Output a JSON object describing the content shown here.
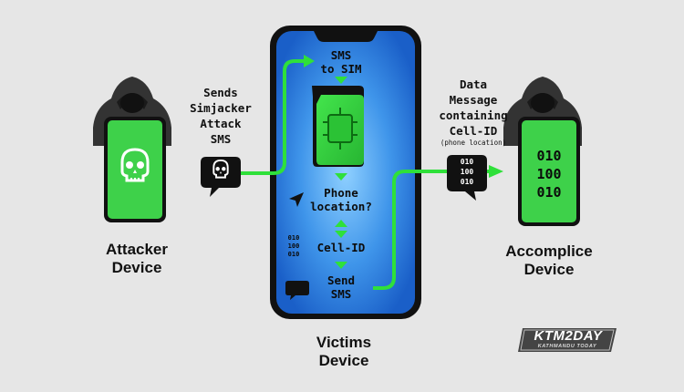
{
  "attacker": {
    "label_line1": "Attacker",
    "label_line2": "Device"
  },
  "accomplice": {
    "label_line1": "Accomplice",
    "label_line2": "Device",
    "binary": [
      "010",
      "100",
      "010"
    ]
  },
  "victim": {
    "label_line1": "Victims",
    "label_line2": "Device"
  },
  "left_caption": [
    "Sends",
    "Simjacker",
    "Attack",
    "SMS"
  ],
  "right_caption": [
    "Data",
    "Message",
    "containing",
    "Cell-ID"
  ],
  "right_caption_note": "(phone location)",
  "right_bubble_binary": [
    "010",
    "100",
    "010"
  ],
  "phone_screen": {
    "sms_to_sim": [
      "SMS",
      "to SIM"
    ],
    "phone_location": [
      "Phone",
      "location?"
    ],
    "cell_id": "Cell-ID",
    "cell_binary": [
      "010",
      "100",
      "010"
    ],
    "send_sms": [
      "Send",
      "SMS"
    ]
  },
  "logo": {
    "main": "KTM2DAY",
    "sub": "KATHMANDU TODAY"
  },
  "colors": {
    "green": "#2fe03a",
    "phone_blue": "#1f6fd6",
    "device_green": "#3ed14a",
    "background": "#e6e6e6"
  }
}
